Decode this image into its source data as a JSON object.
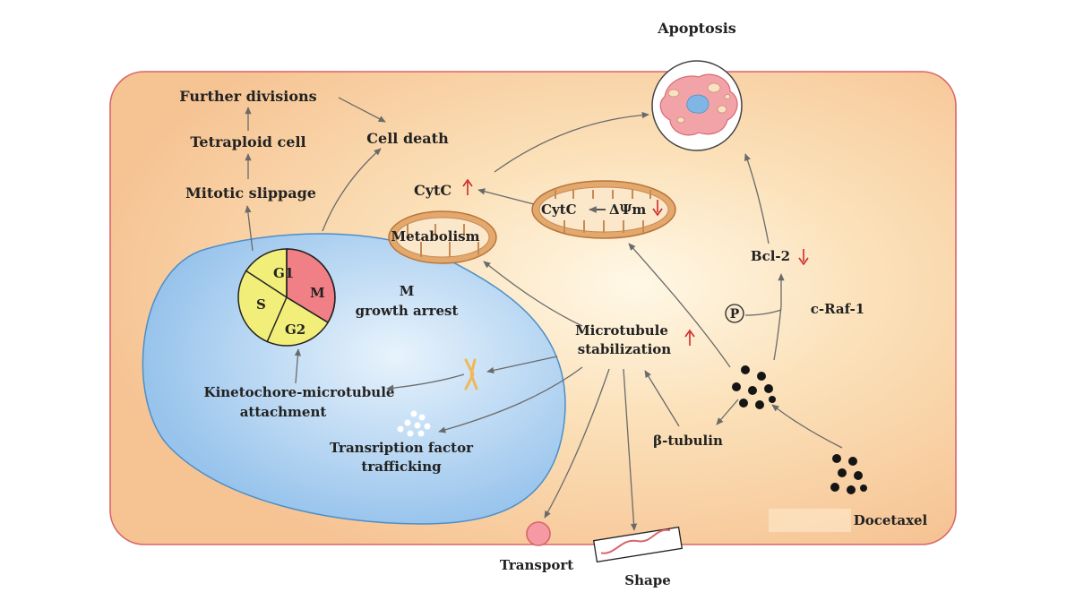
{
  "labels": {
    "apoptosis": "Apoptosis",
    "further_divisions": "Further divisions",
    "tetraploid_cell": "Tetraploid cell",
    "mitotic_slippage": "Mitotic slippage",
    "cell_death": "Cell death",
    "cytc_released": "CytC",
    "cytc_mito": "CytC",
    "delta_psi": "ΔΨm",
    "metabolism": "Metabolism",
    "phase_g1": "G1",
    "phase_s": "S",
    "phase_m": "M",
    "phase_g2": "G2",
    "m_arrest_line1": "M",
    "m_arrest_line2": "growth arrest",
    "kinetochore_line1": "Kinetochore-microtubule",
    "kinetochore_line2": "attachment",
    "transcription_line1": "Transription factor",
    "transcription_line2": "trafficking",
    "microtubule_line1": "Microtubule",
    "microtubule_line2": "stabilization",
    "beta_tubulin": "β-tubulin",
    "bcl2": "Bcl-2",
    "craf1": "c-Raf-1",
    "phospho": "P",
    "docetaxel": "Docetaxel",
    "transport": "Transport",
    "shape": "Shape"
  },
  "colors": {
    "cell_fill": "#f6c896",
    "cell_border": "#d9646a",
    "nucleus_fill": "#a9cdef",
    "nucleus_border": "#4d8fc8",
    "mito_fill": "#e3a86c",
    "mito_border": "#b9743c",
    "phase_yellow": "#f2ee7a",
    "phase_pink": "#f07f86",
    "up_down_arrow": "#cc2a2a",
    "drug_dot": "#151515"
  }
}
